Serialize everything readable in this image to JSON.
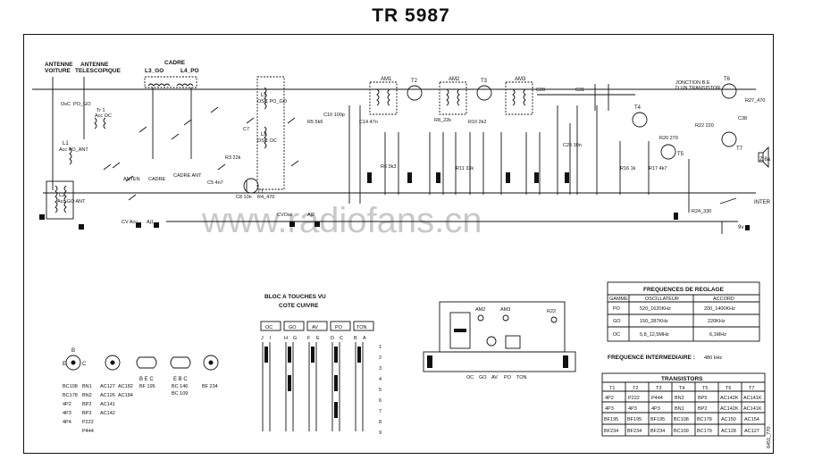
{
  "title": "TR 5987",
  "watermark": "www.radiofans.cn",
  "schematic": {
    "antenna": [
      "ANTENNE",
      "VOITURE",
      "ANTENNE",
      "TELESCOPIQUE"
    ],
    "cadre": [
      "CADRE",
      "L3_GO",
      "L4_PO"
    ],
    "labels": {
      "l1": "L1",
      "l1_sub": "Acc PO_ANT",
      "l2": "L2",
      "l2_sub": "Acc GO ANT",
      "tr1": "Tr 1",
      "tr1_sub": "Acc OC",
      "osc_oc": "OsC",
      "osc_po": "PO_GO",
      "l5": "L5",
      "l5_sub": "OSC PO_GO",
      "l6": "L6",
      "l6_sub": "OSC OC",
      "antenne_sw": "ANTEN",
      "cadre_sw": "CADRE",
      "cadre_ant": "CADRE ANT",
      "cv_acc": "CV Acc",
      "cv_osc": "CVOsc",
      "aj1": "Aj1",
      "aj2": "Aj2",
      "am1": "AM1",
      "am2": "AM2",
      "am3": "AM3",
      "t1": "T1",
      "t2": "T2",
      "t3": "T3",
      "t4": "T4",
      "t5": "T5",
      "t6": "T6",
      "t7": "T7",
      "junction": "JONCTION B.E",
      "junction_sub": "D UN TRANSISTOR",
      "hp": "Z:8a",
      "inter": "INTER",
      "supply": "9v",
      "side_code": "6451_770"
    },
    "component_values": [
      "C5 4n7",
      "R3 22k",
      "R4_470",
      "C8 10n",
      "C7",
      "R5 5k6",
      "C10 100p",
      "R6 3k3",
      "R8_22k",
      "C14 47n",
      "R10 2k2",
      "R11 33k",
      "C20",
      "C25 10n",
      "R16 1k",
      "R17 4k7",
      "C31",
      "C38",
      "R20 270",
      "R22 220",
      "R24_330",
      "R27_470"
    ]
  },
  "bloc": {
    "title": "BLOC A TOUCHES VU",
    "subtitle": "COTE CUIVRE",
    "keys": [
      "OC",
      "GO",
      "AV",
      "PO",
      "TON"
    ],
    "pins": [
      "J",
      "I",
      "H",
      "G",
      "F",
      "E",
      "D",
      "C",
      "B",
      "A"
    ],
    "rows": [
      "1",
      "2",
      "3",
      "4",
      "5",
      "6",
      "7",
      "8",
      "9"
    ]
  },
  "pinouts": {
    "labels_beb": [
      "B E C",
      "E B C"
    ],
    "types": [
      "BC 146",
      "BC 109",
      "BF 195",
      "BF 234"
    ],
    "pin_letters": [
      "B",
      "E",
      "C"
    ]
  },
  "substitutes": {
    "col1": [
      "BC108",
      "BC178",
      "4P2",
      "4P3",
      "4P4"
    ],
    "col2": [
      "BN1",
      "BN2",
      "BP2",
      "BP3",
      "P222",
      "P444"
    ],
    "col3": [
      "AC127",
      "AC126",
      "AC141",
      "AC142"
    ],
    "col4": [
      "AC182",
      "AC184"
    ]
  },
  "board": {
    "labels": [
      "AM2",
      "AM3",
      "R22",
      "OC",
      "GO",
      "AV",
      "PO",
      "TON"
    ]
  },
  "freq_table": {
    "title": "FREQUENCES DE REGLAGE",
    "headers": [
      "GAMME",
      "OSCILLATEUR",
      "ACCORD"
    ],
    "rows": [
      [
        "PO",
        "520_1620KHz",
        "200_1400KHz"
      ],
      [
        "GO",
        "150_287KHz",
        "220KHz"
      ],
      [
        "OC",
        "5,8_12,5MHz",
        "6,1MHz"
      ]
    ]
  },
  "fi": {
    "label": "FREQUENCE INTERMEDIAIRE :",
    "value": "480 kHz"
  },
  "transistors": {
    "title": "TRANSISTORS",
    "headers": [
      "T1",
      "T2",
      "T3",
      "T4",
      "T5",
      "T6",
      "T7"
    ],
    "rows": [
      [
        "4P2",
        "P222",
        "P444",
        "BN2",
        "BP5",
        "AC142K",
        "AC141K"
      ],
      [
        "4P3",
        "4P3",
        "4P3",
        "BN1",
        "BP2",
        "AC142K",
        "AC141K"
      ],
      [
        "BF195",
        "BF195",
        "BF195",
        "BC108",
        "BC178",
        "AC150",
        "AC154"
      ],
      [
        "BF234",
        "BF234",
        "BF234",
        "BC109",
        "BC179",
        "AC128",
        "AC127"
      ]
    ]
  }
}
